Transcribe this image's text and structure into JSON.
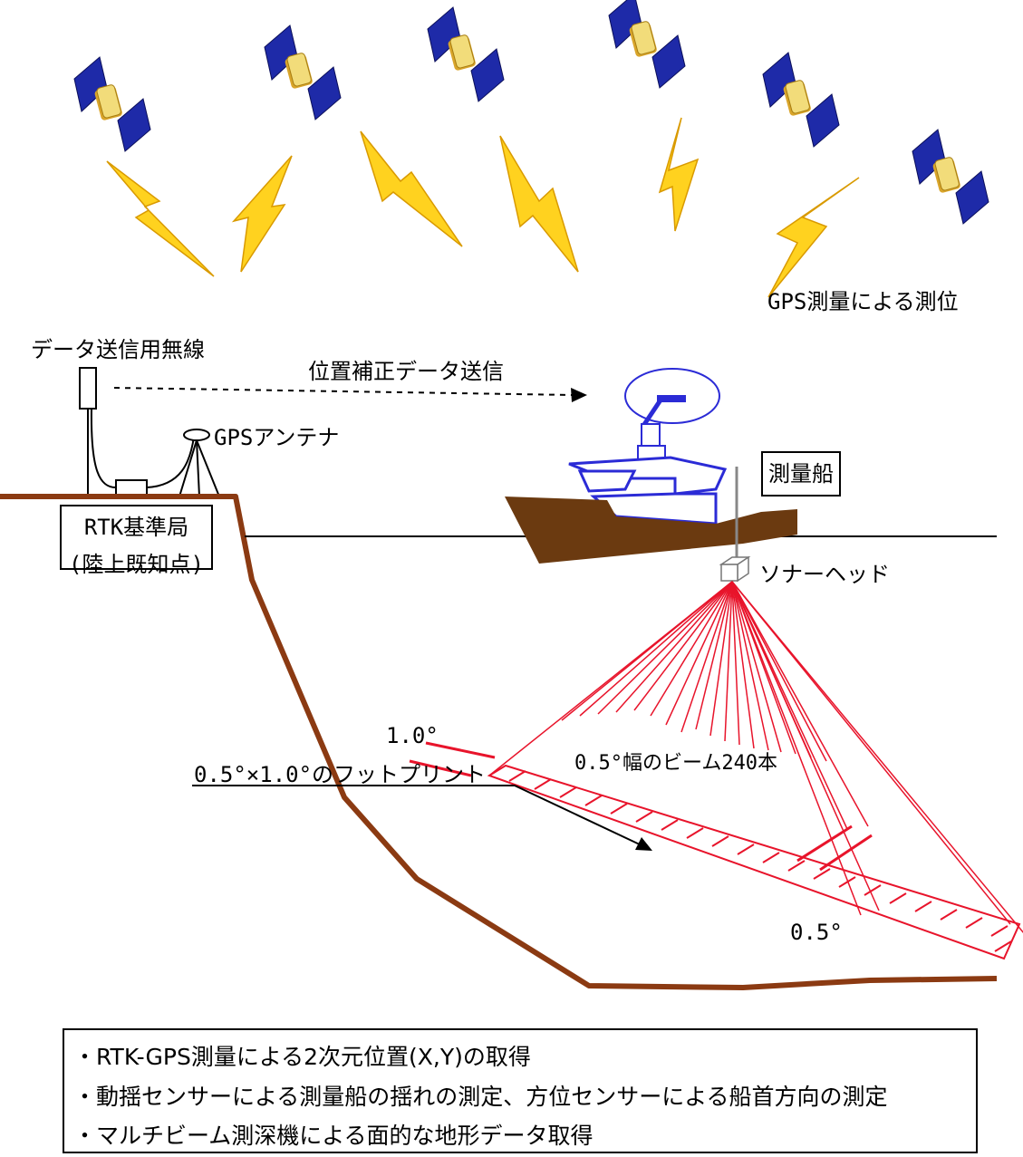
{
  "labels": {
    "gps_positioning": "GPS測量による測位",
    "radio": "データ送信用無線",
    "correction": "位置補正データ送信",
    "gps_antenna": "GPSアンテナ",
    "rtk_line1": "RTK基準局",
    "rtk_line2": "(陸上既知点)",
    "survey_ship": "測量船",
    "sonar_head": "ソナーヘッド",
    "angle_1_0": "1.0°",
    "beam_count": "0.5°幅のビーム240本",
    "angle_0_5": "0.5°",
    "footprint": "0.5°×1.0°のフットプリント"
  },
  "notes": [
    "・RTK-GPS測量による2次元位置(X,Y)の取得",
    "・動揺センサーによる測量船の揺れの測定、方位センサーによる船首方向の測定",
    "・マルチビーム測深機による面的な地形データ取得"
  ],
  "colors": {
    "satellite_panel": "#1e2aa8",
    "satellite_body": "#e8c84a",
    "lightning_fill": "#ffd21f",
    "lightning_edge": "#d99a00",
    "seabed": "#8b3a12",
    "hull": "#6b3a10",
    "superstructure": "#2b2bd6",
    "beam": "#e8142b"
  },
  "icons": [
    "satellite-icon",
    "lightning-icon",
    "ship-icon",
    "antenna-icon",
    "sonar-head-icon"
  ]
}
